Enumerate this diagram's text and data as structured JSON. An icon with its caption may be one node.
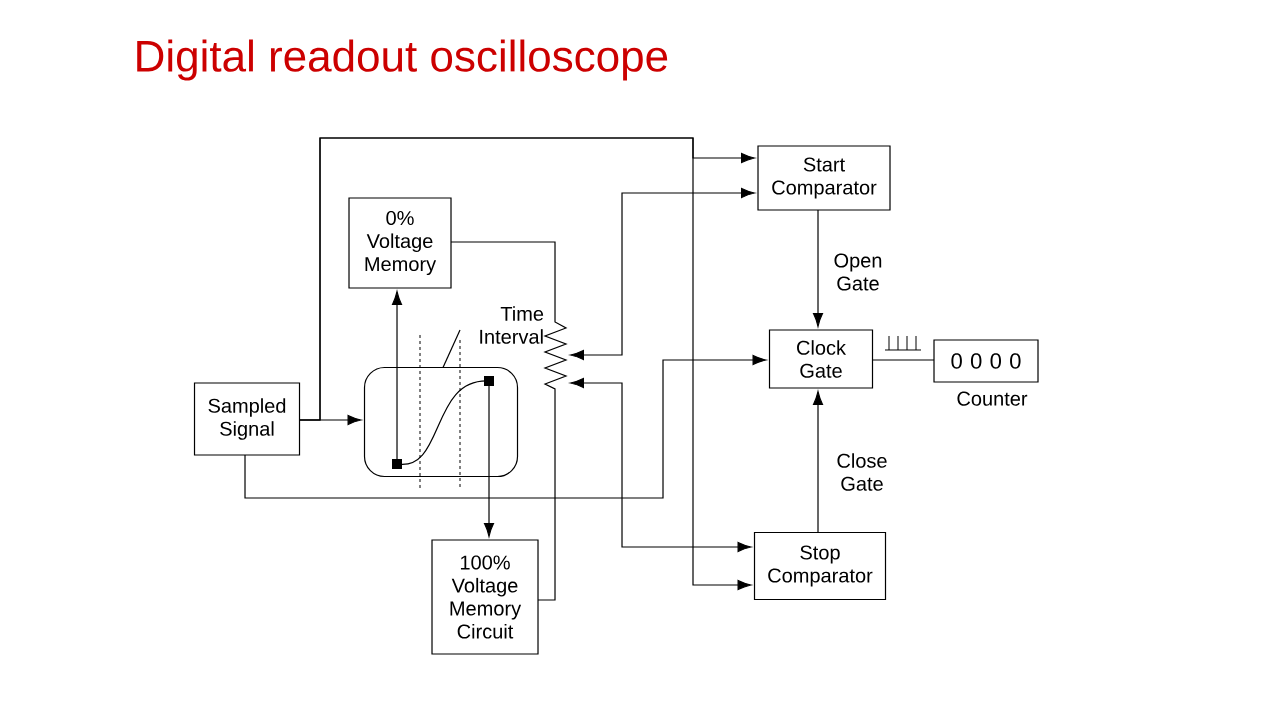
{
  "diagram": {
    "title": "Digital readout oscilloscope",
    "nodes": [
      {
        "text": [
          "Sampled Signal"
        ]
      },
      {
        "text": [
          "0% Voltage Memory"
        ]
      },
      {
        "text": [],
        "shape": "screen"
      },
      {
        "text": [
          "Time Interval"
        ]
      },
      {
        "text": [],
        "shape": "resistor"
      },
      {
        "text": [
          "100% Voltage Memory Circuit"
        ]
      },
      {
        "text": [
          "Start Comparator"
        ]
      },
      {
        "text": [
          "Clock Gate"
        ]
      },
      {
        "text": [
          "Stop Comparator"
        ]
      },
      {
        "text": [
          "0 0 0 0"
        ],
        "beside": [
          "Counter"
        ]
      }
    ],
    "edges": [
      {
        "from": 0,
        "to": 2,
        "arrow": "to"
      },
      {
        "from": 0,
        "to": 6,
        "arrow": "to"
      },
      {
        "from": 0,
        "to": 8,
        "arrow": "to"
      },
      {
        "from": 0,
        "to": 7,
        "arrow": "to"
      },
      {
        "from": 2,
        "to": 1,
        "arrow": "to"
      },
      {
        "from": 2,
        "to": 5,
        "arrow": "to"
      },
      {
        "from": 1,
        "to": 4,
        "arrow": "none"
      },
      {
        "from": 5,
        "to": 4,
        "arrow": "none"
      },
      {
        "from": 4,
        "to": 6,
        "arrow": "both"
      },
      {
        "from": 4,
        "to": 8,
        "arrow": "both"
      },
      {
        "from": 6,
        "to": 7,
        "arrow": "to",
        "label": "Open Gate"
      },
      {
        "from": 8,
        "to": 7,
        "arrow": "to",
        "label": "Close Gate"
      },
      {
        "from": 7,
        "to": 9,
        "arrow": "none"
      },
      {
        "from": 3,
        "to": 2,
        "arrow": "none"
      }
    ]
  }
}
